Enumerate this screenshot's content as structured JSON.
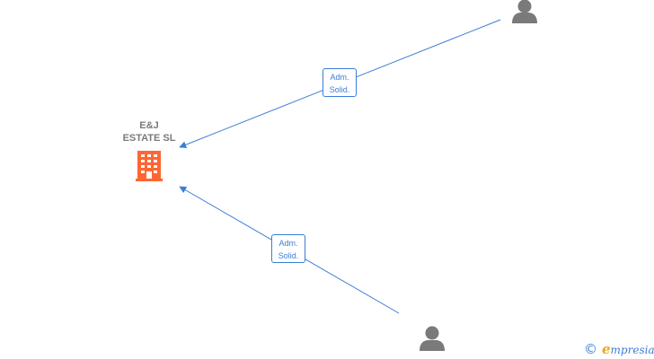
{
  "company": {
    "name_line1": "E&J",
    "name_line2": "ESTATE  SL",
    "icon": "office-building-icon",
    "icon_color": "#ff6633"
  },
  "relations": [
    {
      "label_line1": "Adm.",
      "label_line2": "Solid."
    },
    {
      "label_line1": "Adm.",
      "label_line2": "Solid."
    }
  ],
  "persons": [
    {
      "icon": "person-icon"
    },
    {
      "icon": "person-icon"
    }
  ],
  "colors": {
    "edge": "#3b7dd8",
    "person": "#7a7a7a",
    "company_label": "#7a7a7a",
    "watermark_e": "#f2a41c"
  },
  "watermark": {
    "copyright_symbol": "©",
    "brand_initial": "e",
    "brand_rest": "mpresia"
  }
}
